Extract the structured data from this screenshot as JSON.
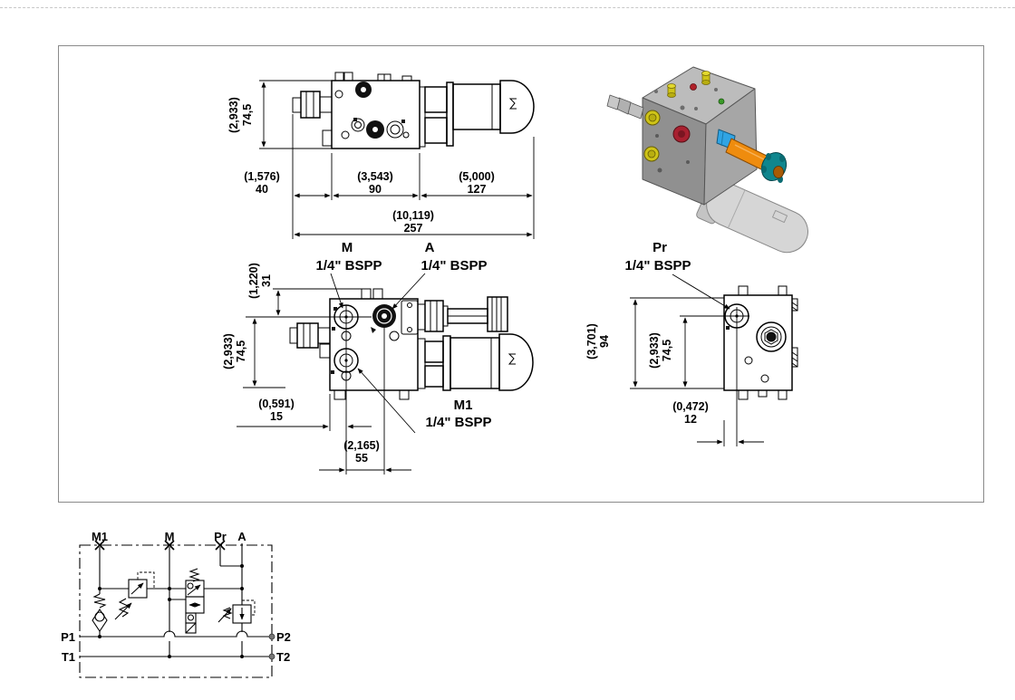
{
  "drawing": {
    "top_view": {
      "height_in": "(2,933)",
      "height_mm": "74,5",
      "seg1_in": "(1,576)",
      "seg1_mm": "40",
      "seg2_in": "(3,543)",
      "seg2_mm": "90",
      "seg3_in": "(5,000)",
      "seg3_mm": "127",
      "total_in": "(10,119)",
      "total_mm": "257"
    },
    "front_view": {
      "port_m": "M",
      "port_m_thread": "1/4\" BSPP",
      "port_a": "A",
      "port_a_thread": "1/4\" BSPP",
      "port_m1": "M1",
      "port_m1_thread": "1/4\" BSPP",
      "dim31_in": "(1,220)",
      "dim31_mm": "31",
      "dim745_in": "(2,933)",
      "dim745_mm": "74,5",
      "dim15_in": "(0,591)",
      "dim15_mm": "15",
      "dim55_in": "(2,165)",
      "dim55_mm": "55"
    },
    "side_view": {
      "port_pr": "Pr",
      "port_pr_thread": "1/4\" BSPP",
      "dim94_in": "(3,701)",
      "dim94_mm": "94",
      "dim745_in": "(2,933)",
      "dim745_mm": "74,5",
      "dim12_in": "(0,472)",
      "dim12_mm": "12"
    },
    "colors": {
      "line": "#000000",
      "frame": "#8a8a8a",
      "body_gray": "#9a9a9a",
      "plug_yellow": "#cfc418",
      "knob_red": "#a82030",
      "fitting_blue": "#30a4e4",
      "tube_orange": "#ef8c0e",
      "knob_teal": "#0f868e",
      "accumulator_gray": "#d6d6d6"
    }
  },
  "schematic": {
    "port_m1": "M1",
    "port_m": "M",
    "port_pr": "Pr",
    "port_a": "A",
    "port_p1": "P1",
    "port_p2": "P2",
    "port_t1": "T1",
    "port_t2": "T2"
  }
}
